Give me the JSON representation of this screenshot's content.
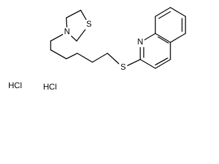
{
  "atoms": {
    "nitrogen": "N",
    "thiazolidine_sulfur": "S",
    "thioether_sulfur": "S",
    "quinoline_nitrogen": "N"
  },
  "counterions": [
    "HCl",
    "HCl"
  ],
  "colors": {
    "bond": "#000000",
    "label": "#000000",
    "background": "#ffffff"
  }
}
